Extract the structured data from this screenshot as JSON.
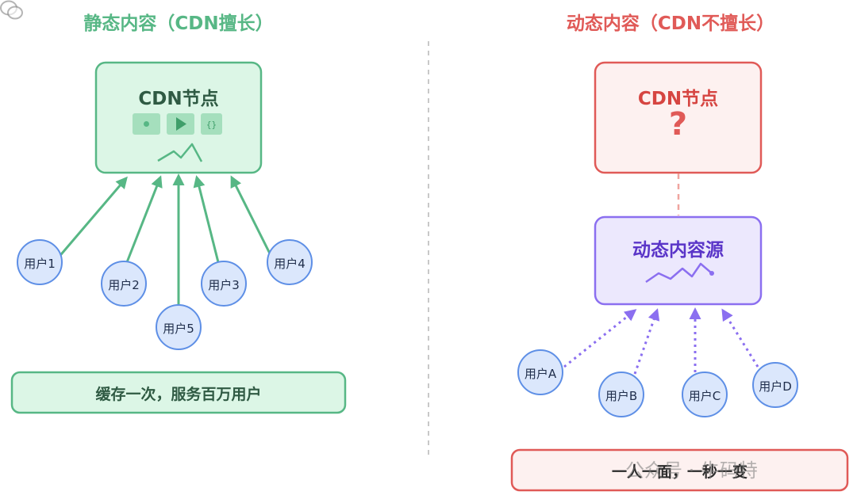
{
  "left": {
    "title": "静态内容（CDN擅长）",
    "node_title": "CDN节点",
    "users": [
      "用户1",
      "用户2",
      "用户3",
      "用户4",
      "用户5"
    ],
    "banner": "缓存一次，服务百万用户"
  },
  "right": {
    "title": "动态内容（CDN不擅长）",
    "node_title": "CDN节点",
    "node_mark": "?",
    "origin_title": "动态内容源",
    "users": [
      "用户A",
      "用户B",
      "用户C",
      "用户D"
    ],
    "banner": "一人一面，一秒一变"
  },
  "watermark": "公众号 · 牛码特",
  "colors": {
    "green": "#57b785",
    "green_fill": "#dcf6e6",
    "red": "#e05a57",
    "red_fill": "#fdf1f0",
    "purple": "#8b6ff0",
    "purple_fill": "#ece8fd",
    "user_fill": "#dbe7fc",
    "user_stroke": "#5e8fe6"
  }
}
